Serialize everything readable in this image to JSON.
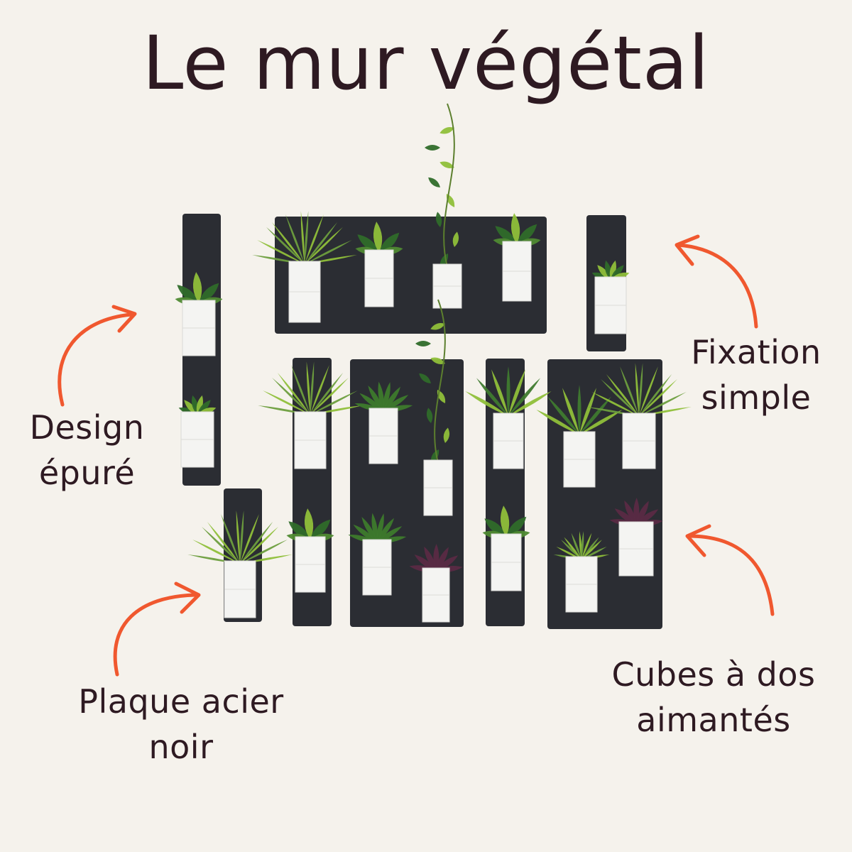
{
  "title": "Le mur végétal",
  "labels": {
    "design": [
      "Design",
      "épuré"
    ],
    "fixation": [
      "Fixation",
      "simple"
    ],
    "plaque": [
      "Plaque acier",
      "noir"
    ],
    "cubes": [
      "Cubes à dos",
      "aimantés"
    ]
  },
  "colors": {
    "background": "#f5f2ec",
    "text": "#2e1a22",
    "arrow": "#f0582f",
    "plate": "#2b2d33",
    "cube": "#f4f4f2",
    "leaf_dark": "#2f6b2a",
    "leaf_light": "#8fbf3a",
    "leaf_purple": "#5a2a45"
  },
  "icons": {
    "arrow": "curved-arrow-icon",
    "plant": "potted-plant-icon"
  }
}
